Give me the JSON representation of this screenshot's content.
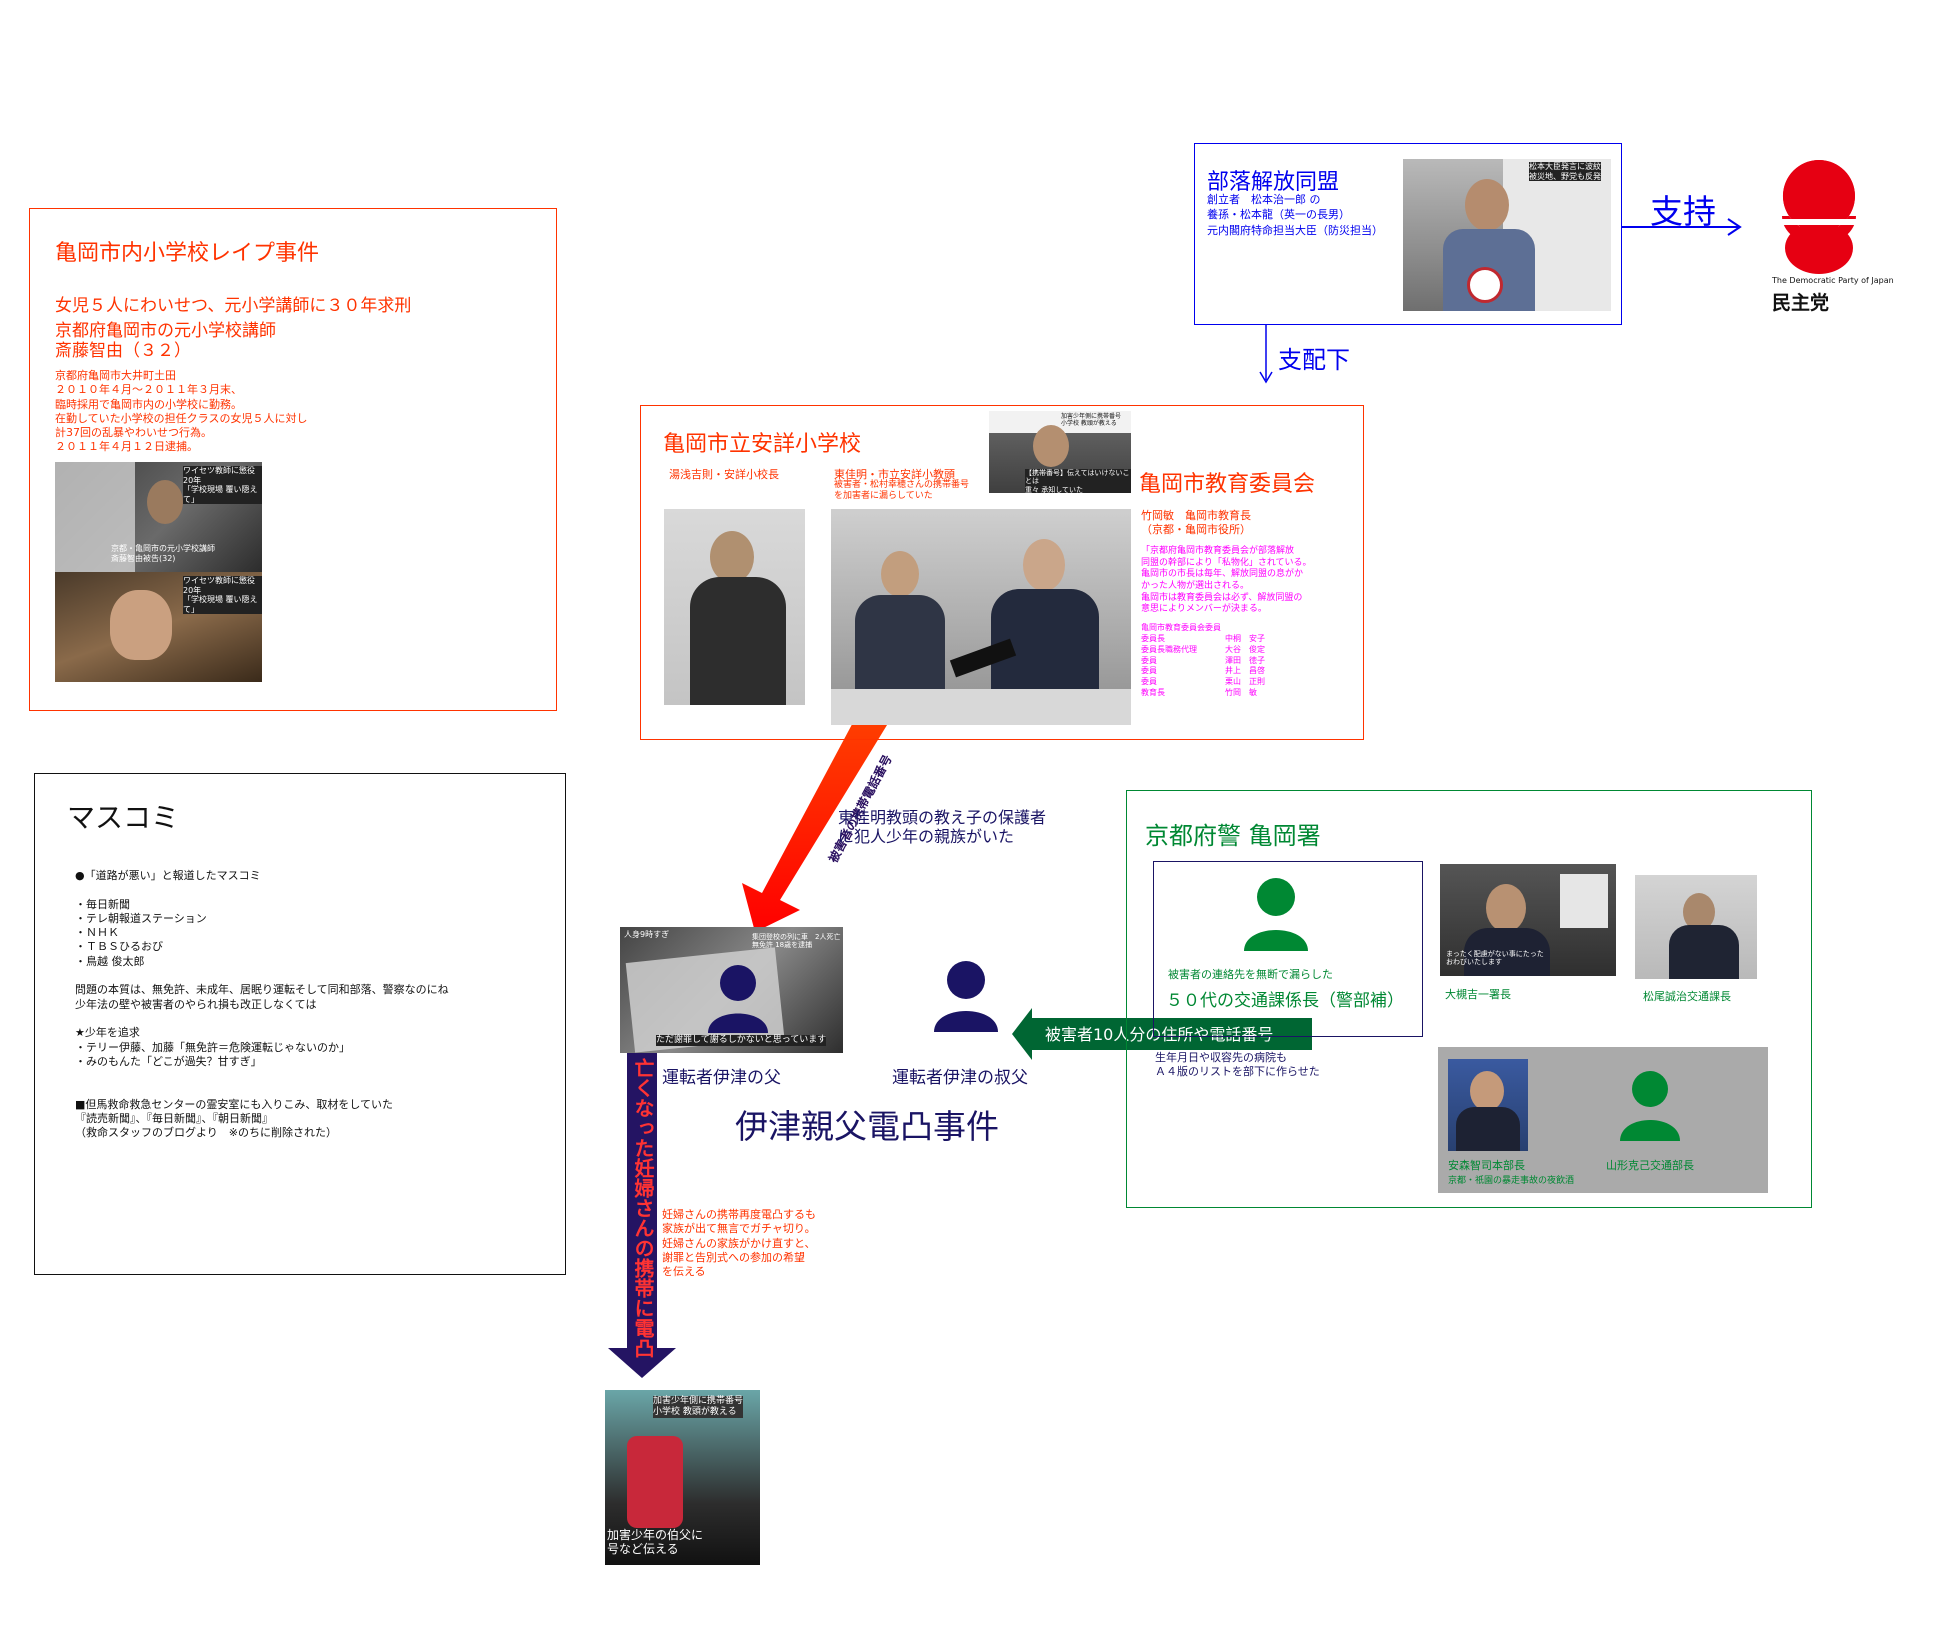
{
  "colors": {
    "red": "#ff3300",
    "blue": "#0000ee",
    "green": "#008833",
    "navy": "#1a1464",
    "magenta": "#ff00ff",
    "dpj_red": "#e60012"
  },
  "kameoka_case": {
    "title": "亀岡市内小学校レイプ事件",
    "headline": "女児５人にわいせつ、元小学講師に３０年求刑",
    "suspect_line1": "京都府亀岡市の元小学校講師",
    "suspect_line2": "斎藤智由（３２）",
    "details": "京都府亀岡市大井町土田\n２０１０年４月〜２０１１年３月末、\n臨時採用で亀岡市内の小学校に勤務。\n在勤していた小学校の担任クラスの女児５人に対し\n計37回の乱暴やわいせつ行為。\n２０１１年４月１２日逮捕。",
    "photo_caption_top": "ワイセツ教師に懲役20年\n「学校現場 覆い隠えて」",
    "photo_caption_name": "京都・亀岡市の元小学校講師\n斎藤智由被告(32)",
    "photo_caption_bottom": "ワイセツ教師に懲役20年\n「学校現場 覆い隠えて」"
  },
  "buraku": {
    "title": "部落解放同盟",
    "text": "創立者　松本治一郎 の\n養孫・松本龍（英一の長男）\n元内閣府特命担当大臣（防災担当）",
    "photo_caption": "松本大臣発言に波紋\n被災地、野党も反発",
    "support_label": "支持",
    "under_label": "支配下"
  },
  "dpj": {
    "english": "The Democratic Party of Japan",
    "japanese": "民主党"
  },
  "school": {
    "title": "亀岡市立安詳小学校",
    "principal": "湯浅吉則・安詳小校長",
    "vice_principal": "東佳明・市立安詳小教頭",
    "vp_note": "被害者・松村幸穂さんの携帯番号\nを加害者に漏らしていた",
    "tv_caption": "【携帯番号】伝えてはいけないことは\n重々 承知していた",
    "tv_top_caption": "加害少年側に携帯番号\n小学校 教頭が教える",
    "board_title": "亀岡市教育委員会",
    "board_head": "竹岡敏　亀岡市教育長\n（京都・亀岡市役所）",
    "board_note": "「京都府亀岡市教育委員会が部落解放\n同盟の幹部により「私物化」されている。\n亀岡市の市長は毎年、解放同盟の息がか\nかった人物が選出される。\n亀岡市は教育委員会は必ず、解放同盟の\n意思によりメンバーが決まる。",
    "members_title": "亀岡市教育委員会委員",
    "members": [
      {
        "role": "委員長",
        "name": "中桐　安子"
      },
      {
        "role": "委員長職務代理",
        "name": "大谷　俊定"
      },
      {
        "role": "委員",
        "name": "澤田　徳子"
      },
      {
        "role": "委員",
        "name": "井上　昌啓"
      },
      {
        "role": "委員",
        "name": "栗山　正則"
      },
      {
        "role": "教育長",
        "name": "竹岡　敏"
      }
    ]
  },
  "arrows": {
    "red_arrow_label": "被害者の携帯電話番号",
    "navy_arrow_label": "亡くなった妊婦さんの携帯に電凸",
    "green_arrow_label": "被害者10人分の住所や電話番号"
  },
  "relation_note": "東佳明教頭の教え子の保護者\nに犯人少年の親族がいた",
  "izu": {
    "father_label": "運転者伊津の父",
    "uncle_label": "運転者伊津の叔父",
    "case_title": "伊津親父電凸事件",
    "photo_caption": "ただ謝罪して謝るしかないと思っています",
    "photo_top_caption": "集団登校の列に車　2人死亡\n無免許 18歳を逮捕",
    "photo_corner": "人身9時すぎ",
    "note": "妊婦さんの携帯再度電凸するも\n家族が出て無言でガチャ切り。\n妊婦さんの家族がかけ直すと、\n謝罪と告別式への参加の希望\nを伝える",
    "bottom_caption_top": "加害少年側に携帯番号\n小学校 教頭が教える",
    "bottom_caption": "加害少年の伯父に\n号など伝える"
  },
  "massmedia": {
    "title": "マスコミ",
    "body": "●「道路が悪い」と報道したマスコミ\n\n・毎日新聞\n・テレ朝報道ステーション\n・ＮＨＫ\n・ＴＢＳひるおび\n・鳥越 俊太郎\n\n問題の本質は、無免許、未成年、居眠り運転そして同和部落、警察なのにね\n少年法の壁や被害者のやられ損も改正しなくては\n\n★少年を追求\n・テリー伊藤、加藤「無免許＝危険運転じゃないのか」\n・みのもんた「どこが過失？甘すぎ」\n\n\n■但馬救命救急センターの霊安室にも入りこみ、取材をしていた\n『読売新聞』、『毎日新聞』、『朝日新聞』\n（救命スタッフのブログより　※のちに削除された）"
  },
  "police": {
    "title": "京都府警 亀岡署",
    "inner_note": "被害者の連絡先を無断で漏らした",
    "inner_title": "５０代の交通課係長（警部補）",
    "leak_note": "生年月日や収容先の病院も\nＡ４版のリストを部下に作らせた",
    "chief": "大槻吉一署長",
    "chief_caption": "まったく配慮がない事にたった\nおわびいたします",
    "traffic": "松尾誠治交通課長",
    "hq": "安森智司本部長",
    "hq_note": "京都・祇園の暴走事故の夜飲酒",
    "traffic_dept": "山形克己交通部長"
  }
}
